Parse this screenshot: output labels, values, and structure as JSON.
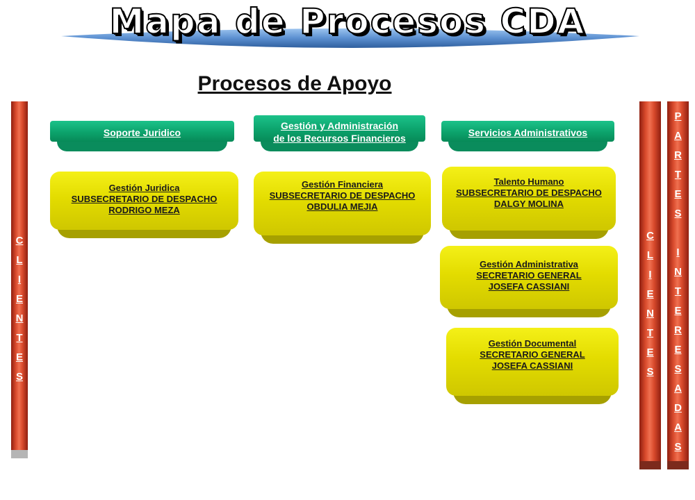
{
  "header": {
    "title": "Mapa de Procesos CDA"
  },
  "section": {
    "title": "Procesos de Apoyo"
  },
  "left_bar": {
    "letters": [
      "C",
      "L",
      "I",
      "E",
      "N",
      "T",
      "E",
      "S"
    ]
  },
  "middle_bar": {
    "letters": [
      "C",
      "L",
      "I",
      "E",
      "N",
      "T",
      "E",
      "S"
    ]
  },
  "right_bar": {
    "letters": [
      "P",
      "A",
      "R",
      "T",
      "E",
      "S",
      " ",
      "I",
      "N",
      "T",
      "E",
      "R",
      "E",
      "S",
      "A",
      "D",
      "A",
      "S"
    ]
  },
  "categories": [
    {
      "line1": "Soporte  Juridico",
      "line2": ""
    },
    {
      "line1": "Gestión y Administración ",
      "line2": "de los Recursos Financieros"
    },
    {
      "line1": "Servicios Administrativos",
      "line2": ""
    }
  ],
  "processes": [
    {
      "name": "Gestión Juridica",
      "role": "SUBSECRETARIO DE DESPACHO",
      "person": "RODRIGO MEZA"
    },
    {
      "name": "Gestión Financiera",
      "role": "SUBSECRETARIO DE DESPACHO",
      "person": "OBDULIA MEJIA"
    },
    {
      "name": "Talento Humano",
      "role": "SUBSECRETARIO DE DESPACHO",
      "person": "DALGY MOLINA"
    },
    {
      "name": "Gestión Administrativa",
      "role": "SECRETARIO GENERAL",
      "person": "JOSEFA CASSIANI"
    },
    {
      "name": "Gestión Documental",
      "role": "SECRETARIO GENERAL",
      "person": "JOSEFA CASSIANI"
    }
  ],
  "colors": {
    "banner": "#5b8fd0",
    "category": "#0ca36c",
    "process": "#e3dc00",
    "bar": "#d84a2c"
  }
}
